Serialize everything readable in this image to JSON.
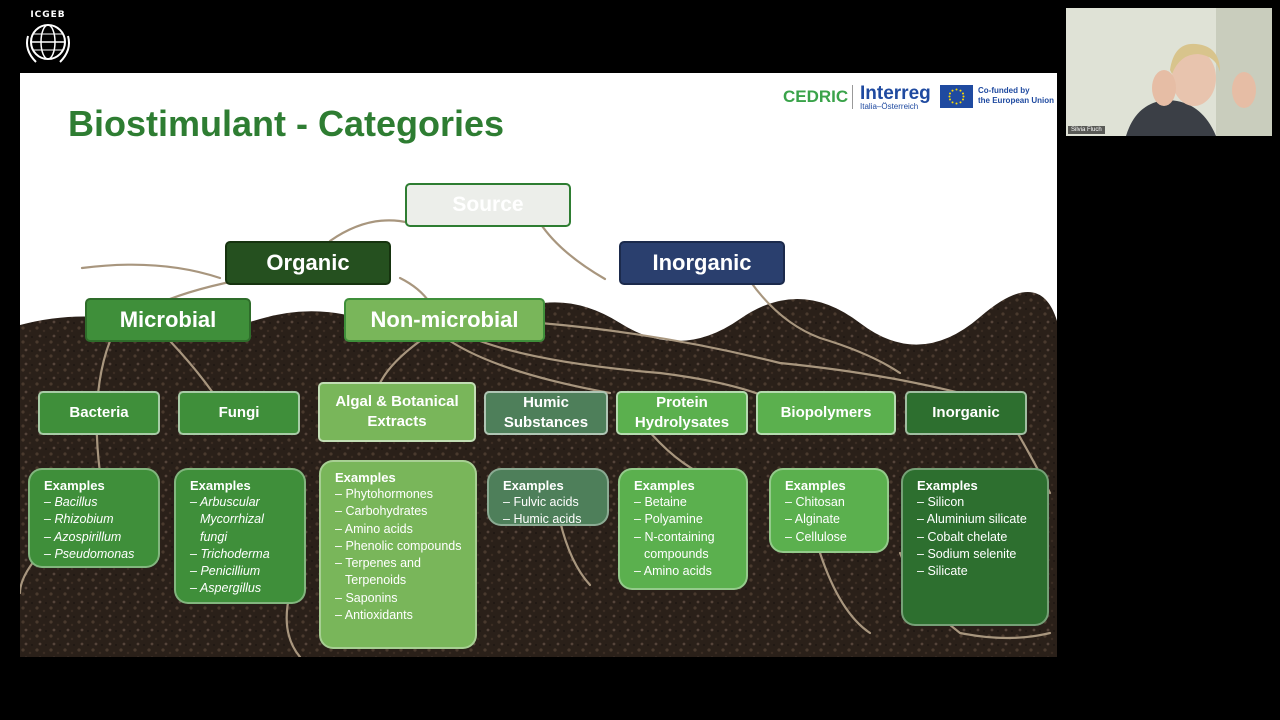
{
  "logo": {
    "text": "ICGEB"
  },
  "slide": {
    "title": "Biostimulant - Categories",
    "brand": {
      "cedric": "CEDRIC",
      "interreg": "Interreg",
      "interreg_sub": "Italia–Österreich",
      "cofunded_line1": "Co-funded by",
      "cofunded_line2": "the European Union"
    },
    "tree": {
      "source": "Source",
      "organic": "Organic",
      "inorganic": "Inorganic",
      "microbial": "Microbial",
      "non_microbial": "Non-microbial",
      "categories": [
        {
          "label": "Bacteria",
          "examples_head": "Examples",
          "examples": [
            "Bacillus",
            "Rhizobium",
            "Azospirillum",
            "Pseudomonas"
          ]
        },
        {
          "label": "Fungi",
          "examples_head": "Examples",
          "examples": [
            "Arbuscular Mycorrhizal fungi",
            "Trichoderma",
            "Penicillium",
            "Aspergillus"
          ]
        },
        {
          "label": "Algal & Botanical Extracts",
          "examples_head": "Examples",
          "examples": [
            "Phytohormones",
            "Carbohydrates",
            "Amino acids",
            "Phenolic compounds",
            "Terpenes and Terpenoids",
            "Saponins",
            "Antioxidants"
          ]
        },
        {
          "label": "Humic Substances",
          "examples_head": "Examples",
          "examples": [
            "Fulvic acids",
            "Humic acids"
          ]
        },
        {
          "label": "Protein Hydrolysates",
          "examples_head": "Examples",
          "examples": [
            "Betaine",
            "Polyamine",
            "N-containing compounds",
            "Amino acids"
          ]
        },
        {
          "label": "Biopolymers",
          "examples_head": "Examples",
          "examples": [
            "Chitosan",
            "Alginate",
            "Cellulose"
          ]
        },
        {
          "label": "Inorganic",
          "examples_head": "Examples",
          "examples": [
            "Silicon",
            "Aluminium silicate",
            "Cobalt chelate",
            "Sodium selenite",
            "Silicate"
          ]
        }
      ]
    }
  },
  "webcam": {
    "participant_name": "Silvia Fluch"
  },
  "colors": {
    "title_green": "#2e7d32",
    "organic_dark": "#25501f",
    "inorganic_navy": "#2a3f6e",
    "microbial_green": "#3f8f3a",
    "light_green": "#79b65a",
    "humic_gray_green": "#4e7f5a",
    "biopolymer_green": "#5bb04e",
    "inorganic_green": "#2d6f2f"
  }
}
